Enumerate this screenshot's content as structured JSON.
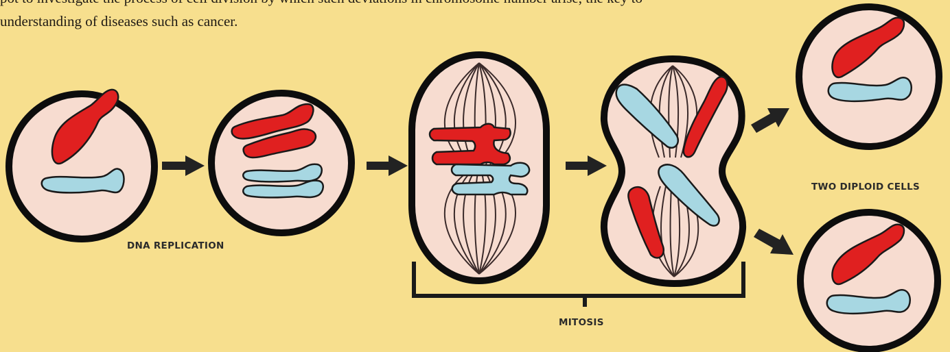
{
  "intro_text": {
    "line_1": "pot to investigate the process of cell division by which such deviations in chromosome number arise, the key to",
    "line_2": "understanding of diseases such as cancer."
  },
  "labels": {
    "dna_replication": "DNA REPLICATION",
    "mitosis": "MITOSIS",
    "two_diploid_cells": "TWO DIPLOID CELLS"
  },
  "colors": {
    "background": "#f7df8e",
    "cytoplasm": "#f7dcd0",
    "membrane": "#0d0d0d",
    "chromosome_red": "#e02020",
    "chromosome_blue": "#a7d7e2",
    "outline": "#1a1a1a",
    "spindle": "#3a2a2a"
  }
}
